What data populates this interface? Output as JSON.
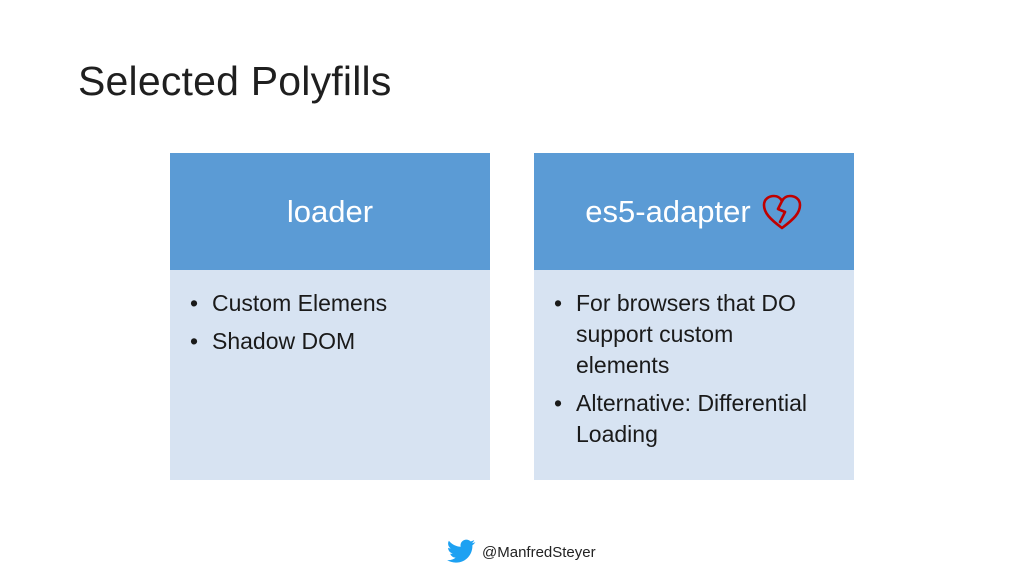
{
  "slide": {
    "title": "Selected Polyfills"
  },
  "cards": [
    {
      "header": "loader",
      "bullets": [
        "Custom Elemens",
        "Shadow DOM"
      ]
    },
    {
      "header": "es5-adapter",
      "header_icon": "broken-heart-icon",
      "bullets": [
        "For browsers that DO support custom elements",
        "Alternative: Differential Loading"
      ]
    }
  ],
  "footer": {
    "icon": "twitter-bird-icon",
    "handle": "@ManfredSteyer"
  },
  "colors": {
    "header_bg": "#5b9bd5",
    "body_bg": "#d7e3f2",
    "heart": "#c00000",
    "twitter": "#1da1f2"
  }
}
